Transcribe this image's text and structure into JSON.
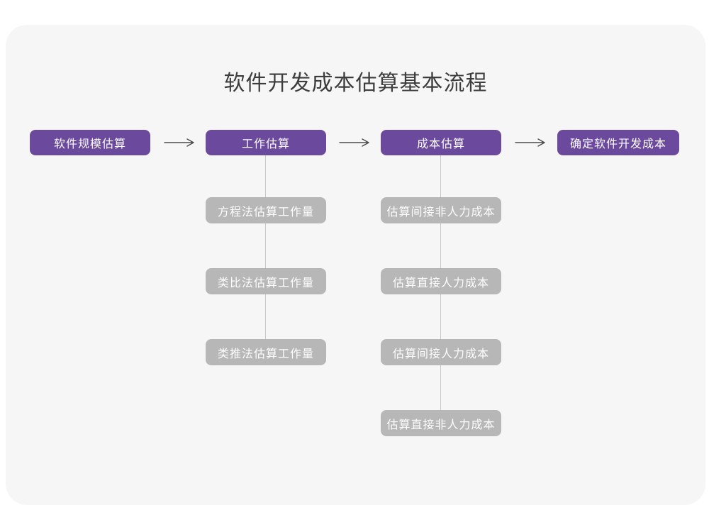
{
  "title": "软件开发成本估算基本流程",
  "colors": {
    "accent": "#6b4a9e",
    "sub_box": "#b7b7b7",
    "connector": "#c9c9c9",
    "arrow": "#4a4a4a",
    "canvas": "#f6f6f7",
    "title_ink": "#3d3d3d",
    "box_text": "#fdfdfd"
  },
  "flow": {
    "steps": [
      {
        "label": "软件规模估算"
      },
      {
        "label": "工作估算"
      },
      {
        "label": "成本估算"
      },
      {
        "label": "确定软件开发成本"
      }
    ],
    "work_methods": [
      {
        "label": "方程法估算工作量"
      },
      {
        "label": "类比法估算工作量"
      },
      {
        "label": "类推法估算工作量"
      }
    ],
    "cost_items": [
      {
        "label": "估算间接非人力成本"
      },
      {
        "label": "估算直接人力成本"
      },
      {
        "label": "估算间接人力成本"
      },
      {
        "label": "估算直接非人力成本"
      }
    ]
  }
}
